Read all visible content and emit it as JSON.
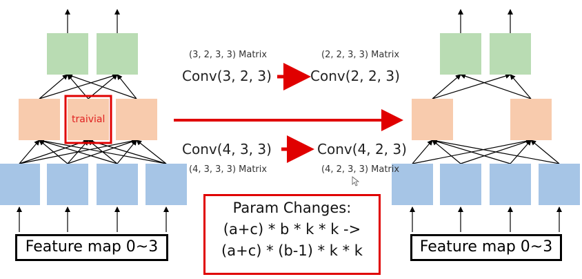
{
  "left_network": {
    "feature_map_label": "Feature map 0~3",
    "trivial_label": "traivial"
  },
  "right_network": {
    "feature_map_label": "Feature map 0~3"
  },
  "top_transform": {
    "before_conv": "Conv(3, 2, 3)",
    "before_matrix": "(3, 2, 3, 3) Matrix",
    "after_conv": "Conv(2, 2, 3)",
    "after_matrix": "(2, 2, 3, 3) Matrix"
  },
  "bottom_transform": {
    "before_conv": "Conv(4, 3, 3)",
    "before_matrix": "(4, 3, 3, 3) Matrix",
    "after_conv": "Conv(4, 2, 3)",
    "after_matrix": "(4, 2, 3, 3) Matrix"
  },
  "param_changes": {
    "title": "Param Changes:",
    "line1": "(a+c) * b * k * k ->",
    "line2": "(a+c) * (b-1) * k * k"
  },
  "colors": {
    "blue": "#a6c5e6",
    "orange": "#f8cbad",
    "green": "#b9dcb3",
    "red": "#e00000"
  }
}
